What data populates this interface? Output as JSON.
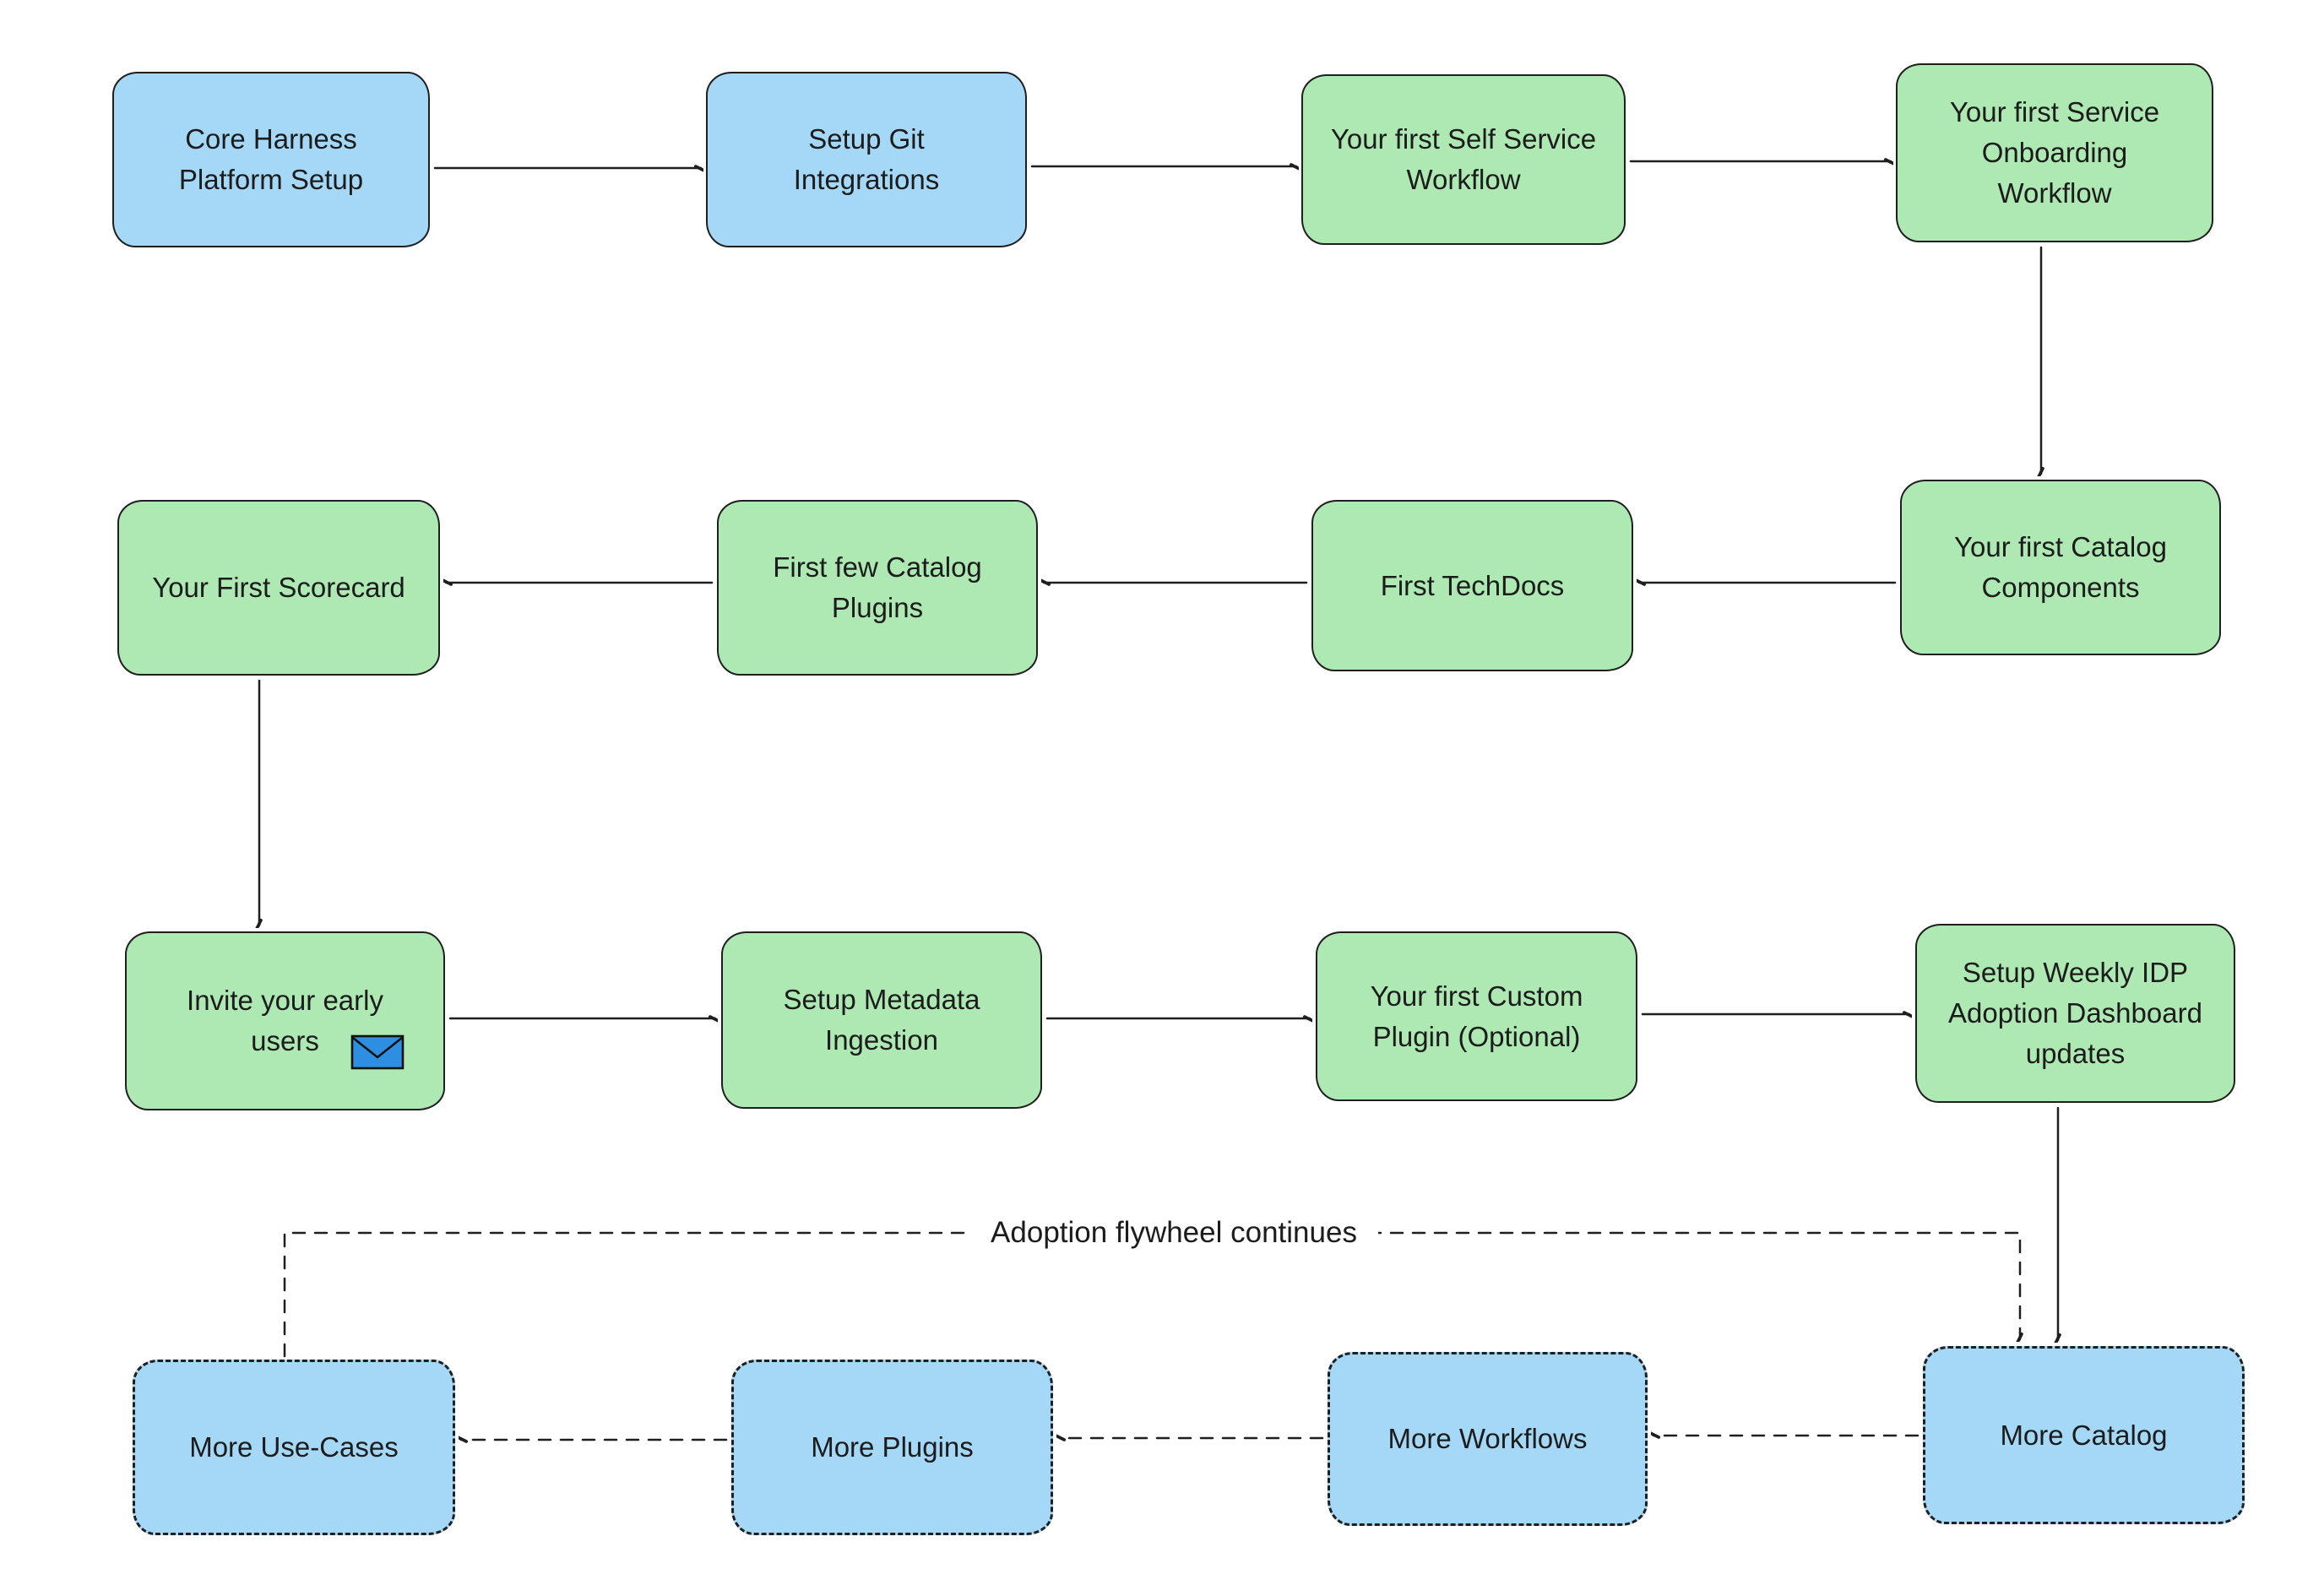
{
  "colors": {
    "background": "#ffffff",
    "box_blue": "#a5d8f7",
    "box_green": "#aee9b3",
    "outline": "#1f1f1f",
    "arrow": "#1f1f1f",
    "text": "#1c1c1c",
    "envelope_blue": "#2e8fe2"
  },
  "nodes": [
    {
      "id": "core-harness-platform-setup",
      "label": "Core Harness\nPlatform Setup",
      "fill": "blue",
      "border": "solid"
    },
    {
      "id": "setup-git-integrations",
      "label": "Setup Git\nIntegrations",
      "fill": "blue",
      "border": "solid"
    },
    {
      "id": "first-self-service-workflow",
      "label": "Your first Self Service\nWorkflow",
      "fill": "green",
      "border": "solid"
    },
    {
      "id": "first-service-onboarding-workflow",
      "label": "Your first Service\nOnboarding\nWorkflow",
      "fill": "green",
      "border": "solid"
    },
    {
      "id": "first-scorecard",
      "label": "Your First Scorecard",
      "fill": "green",
      "border": "solid"
    },
    {
      "id": "first-few-catalog-plugins",
      "label": "First few Catalog\nPlugins",
      "fill": "green",
      "border": "solid"
    },
    {
      "id": "first-techdocs",
      "label": "First TechDocs",
      "fill": "green",
      "border": "solid"
    },
    {
      "id": "first-catalog-components",
      "label": "Your first Catalog\nComponents",
      "fill": "green",
      "border": "solid"
    },
    {
      "id": "invite-early-users",
      "label": "Invite your early\nusers",
      "fill": "green",
      "border": "solid"
    },
    {
      "id": "setup-metadata-ingestion",
      "label": "Setup Metadata\nIngestion",
      "fill": "green",
      "border": "solid"
    },
    {
      "id": "first-custom-plugin",
      "label": "Your first Custom\nPlugin (Optional)",
      "fill": "green",
      "border": "solid"
    },
    {
      "id": "setup-weekly-idp-dashboard",
      "label": "Setup Weekly IDP\nAdoption Dashboard\nupdates",
      "fill": "green",
      "border": "solid"
    },
    {
      "id": "more-use-cases",
      "label": "More Use-Cases",
      "fill": "blue",
      "border": "dashed"
    },
    {
      "id": "more-plugins",
      "label": "More Plugins",
      "fill": "blue",
      "border": "dashed"
    },
    {
      "id": "more-workflows",
      "label": "More Workflows",
      "fill": "blue",
      "border": "dashed"
    },
    {
      "id": "more-catalog",
      "label": "More Catalog",
      "fill": "blue",
      "border": "dashed"
    }
  ],
  "annotations": {
    "flywheel_label": "Adoption flywheel continues"
  },
  "icons": [
    {
      "name": "envelope-icon",
      "in_node": "invite-early-users"
    }
  ]
}
